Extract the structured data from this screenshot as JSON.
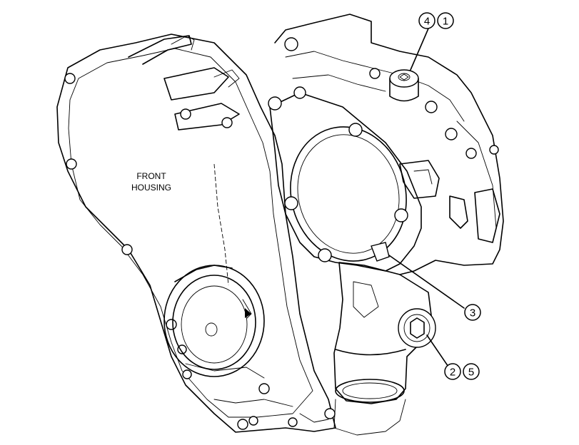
{
  "diagram": {
    "housing_label_line1": "FRONT",
    "housing_label_line2": "HOUSING",
    "callouts": {
      "c4": "4",
      "c1": "1",
      "c3": "3",
      "c2": "2",
      "c5": "5"
    }
  }
}
